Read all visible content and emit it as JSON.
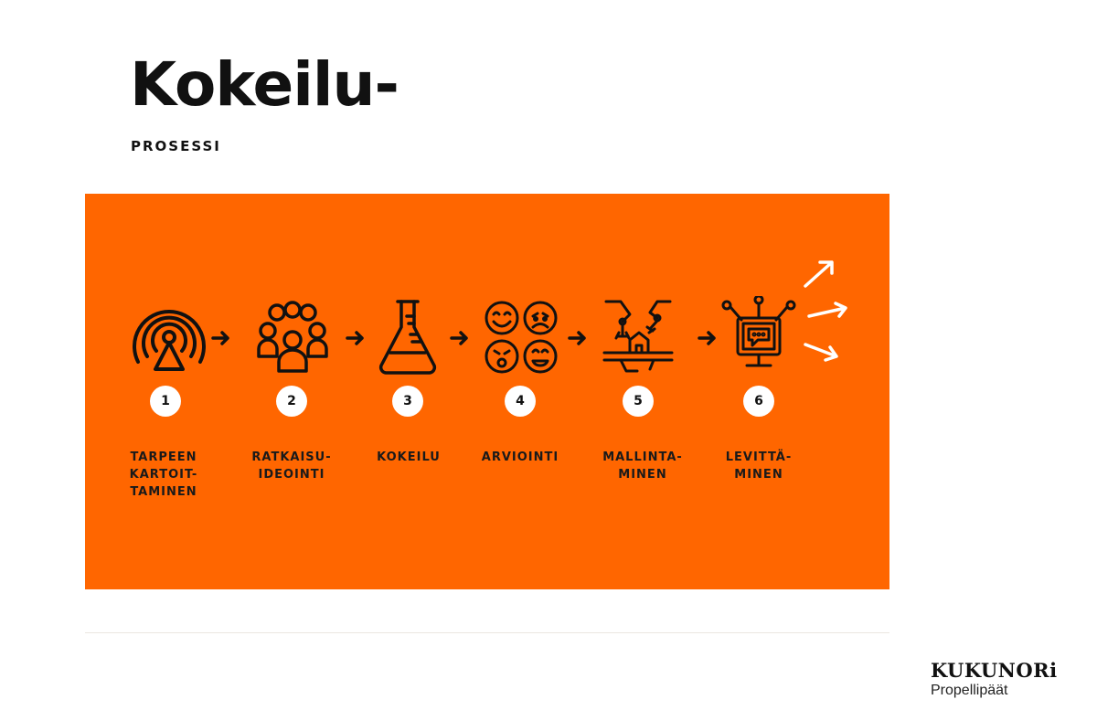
{
  "title": "Kokeilu-",
  "subtitle": "PROSESSI",
  "colors": {
    "panel": "#ff6600",
    "icon": "#111111",
    "badge": "#ffffff",
    "out_arrows": "#ffffff"
  },
  "steps": [
    {
      "number": "1",
      "label": "TARPEEN\nKARTOIT-\nTAMINEN",
      "icon": "broadcast-signal-icon"
    },
    {
      "number": "2",
      "label": "RATKAISU-\nIDEOINTI",
      "icon": "group-of-people-icon"
    },
    {
      "number": "3",
      "label": "KOKEILU",
      "icon": "lab-flask-icon"
    },
    {
      "number": "4",
      "label": "ARVIOINTI",
      "icon": "emotion-faces-icon"
    },
    {
      "number": "5",
      "label": "MALLINTA-\nMINEN",
      "icon": "robot-arms-house-icon"
    },
    {
      "number": "6",
      "label": "LEVITTÄ-\nMINEN",
      "icon": "connected-screen-icon"
    }
  ],
  "logo": {
    "name": "KUKUNORi",
    "tagline": "Propellipäät"
  }
}
